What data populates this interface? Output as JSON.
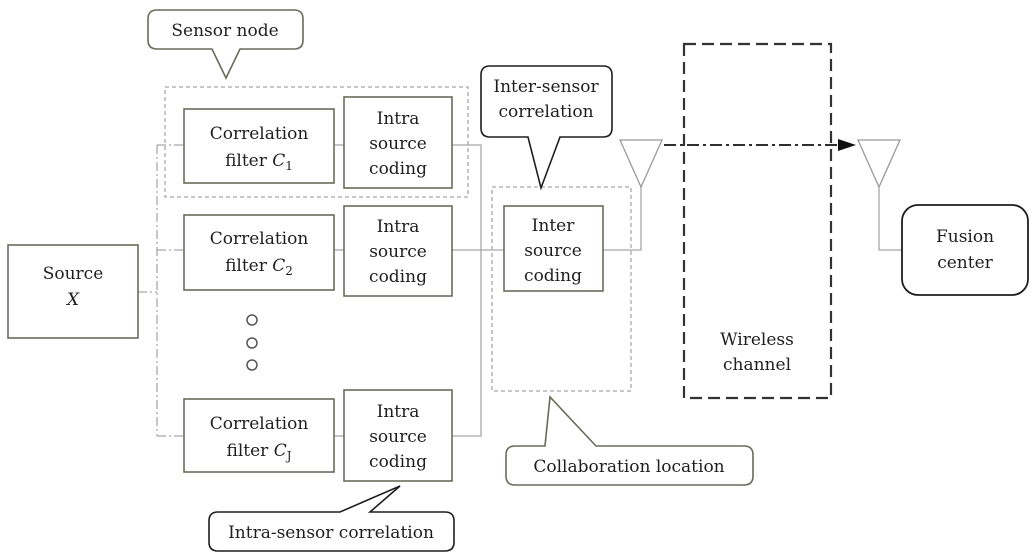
{
  "labels": {
    "sensor_node": "Sensor node",
    "inter_sensor_1": "Inter-sensor",
    "inter_sensor_2": "correlation",
    "collaboration": "Collaboration location",
    "intra_sensor": "Intra-sensor correlation",
    "source_1": "Source",
    "source_2": "X",
    "filter_word": "Correlation",
    "filter_prefix": "filter",
    "filter_C": "C",
    "filter_1_sub": "1",
    "filter_2_sub": "2",
    "filter_J_sub": "J",
    "intra_1": "Intra",
    "intra_2": "source",
    "intra_3": "coding",
    "inter_1": "Inter",
    "inter_2": "source",
    "inter_3": "coding",
    "wireless_1": "Wireless",
    "wireless_2": "channel",
    "fusion_1": "Fusion",
    "fusion_2": "center"
  }
}
